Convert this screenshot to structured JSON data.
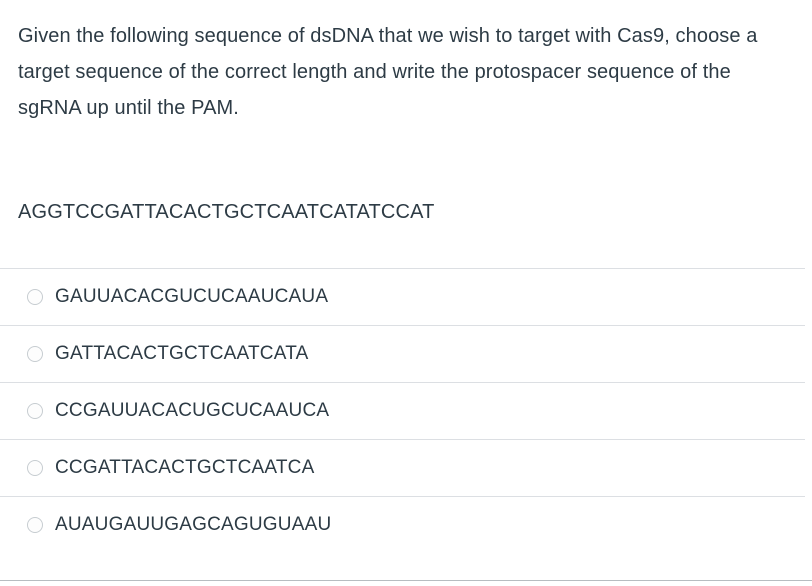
{
  "question": {
    "prompt": "Given the following sequence of dsDNA that we wish to target with Cas9, choose a target sequence of the correct length and write the protospacer sequence of the sgRNA up until the PAM.",
    "sequence": "AGGTCCGATTACACTGCTCAATCATATCCAT"
  },
  "answers": {
    "options": [
      {
        "id": "option-1",
        "label": "GAUUACACGUCUCAAUCAUA",
        "selected": false,
        "icon": "radio-unselected-icon"
      },
      {
        "id": "option-2",
        "label": "GATTACACTGCTCAATCATA",
        "selected": false,
        "icon": "radio-unselected-icon"
      },
      {
        "id": "option-3",
        "label": "CCGAUUACACUGCUCAAUCA",
        "selected": false,
        "icon": "radio-unselected-icon"
      },
      {
        "id": "option-4",
        "label": "CCGATTACACTGCTCAATCA",
        "selected": false,
        "icon": "radio-unselected-icon"
      },
      {
        "id": "option-5",
        "label": "AUAUGAUUGAGCAGUGUAAU",
        "selected": false,
        "icon": "radio-unselected-icon"
      }
    ]
  },
  "colors": {
    "text": "#2d3b45",
    "separator": "#dcdfe3",
    "bottom_rule": "#b7bcc0",
    "radio_border": "#c7cdd1",
    "background": "#ffffff"
  }
}
